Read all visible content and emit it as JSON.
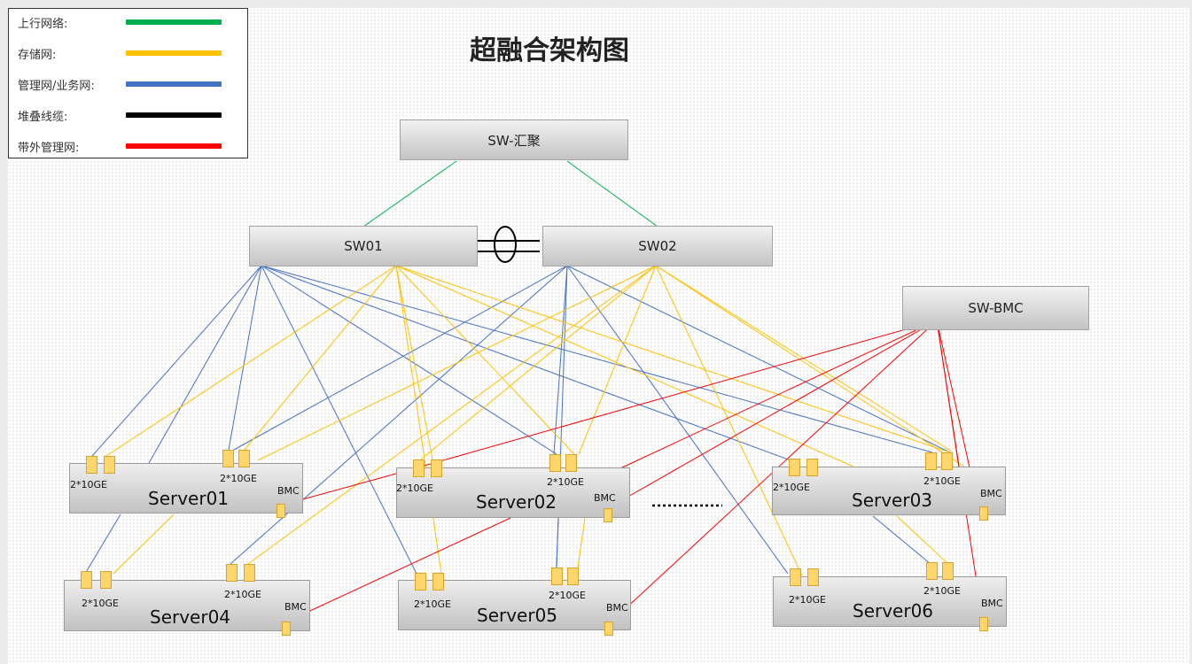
{
  "title": "超融合架构图",
  "legend": [
    {
      "label": "上行网络:",
      "color": "#00b050"
    },
    {
      "label": "存储网:",
      "color": "#ffc000"
    },
    {
      "label": "管理网/业务网:",
      "color": "#4472c4"
    },
    {
      "label": "堆叠线缆:",
      "color": "#000000"
    },
    {
      "label": "带外管理网:",
      "color": "#ff0000"
    }
  ],
  "colors": {
    "uplink": "#00b050",
    "storage": "#ffc000",
    "mgmt": "#4472c4",
    "stack": "#000000",
    "oob": "#ff0000"
  },
  "switches": {
    "aggregation": "SW-汇聚",
    "sw01": "SW01",
    "sw02": "SW02",
    "bmc": "SW-BMC"
  },
  "servers": [
    {
      "name": "Server01",
      "port_label": "2*10GE",
      "bmc_label": "BMC"
    },
    {
      "name": "Server02",
      "port_label": "2*10GE",
      "bmc_label": "BMC"
    },
    {
      "name": "Server03",
      "port_label": "2*10GE",
      "bmc_label": "BMC"
    },
    {
      "name": "Server04",
      "port_label": "2*10GE",
      "bmc_label": "BMC"
    },
    {
      "name": "Server05",
      "port_label": "2*10GE",
      "bmc_label": "BMC"
    },
    {
      "name": "Server06",
      "port_label": "2*10GE",
      "bmc_label": "BMC"
    }
  ]
}
